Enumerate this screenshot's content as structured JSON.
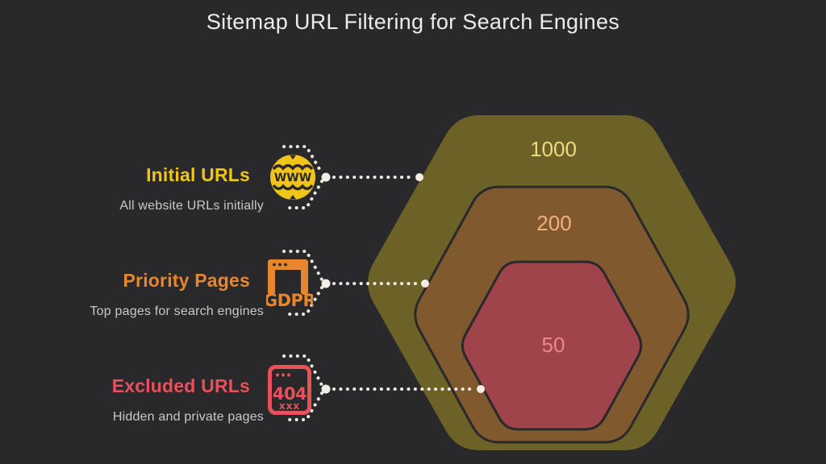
{
  "title": "Sitemap URL Filtering for Search Engines",
  "items": [
    {
      "label": "Initial URLs",
      "description": "All website URLs initially",
      "value": "1000",
      "color": "#f0c419",
      "icon": "www-globe-icon",
      "icon_text": "WWW"
    },
    {
      "label": "Priority Pages",
      "description": "Top pages for search engines",
      "value": "200",
      "color": "#e8862d",
      "icon": "gdpr-browser-icon",
      "icon_text": "GDPR"
    },
    {
      "label": "Excluded URLs",
      "description": "Hidden and private pages",
      "value": "50",
      "color": "#e8505a",
      "icon": "404-browser-icon",
      "icon_text": "404",
      "icon_subtext": "xxx"
    }
  ],
  "chart_data": {
    "type": "nested-hexagon-funnel",
    "title": "Sitemap URL Filtering for Search Engines",
    "categories": [
      "Initial URLs",
      "Priority Pages",
      "Excluded URLs"
    ],
    "values": [
      1000,
      200,
      50
    ],
    "ring_fill_colors": [
      "#6c6127",
      "#80592f",
      "#9f444a"
    ],
    "ring_label_colors": [
      "#eedc81",
      "#f2b07e",
      "#ee8590"
    ],
    "background_color": "#29292c",
    "legend_position": "left"
  }
}
